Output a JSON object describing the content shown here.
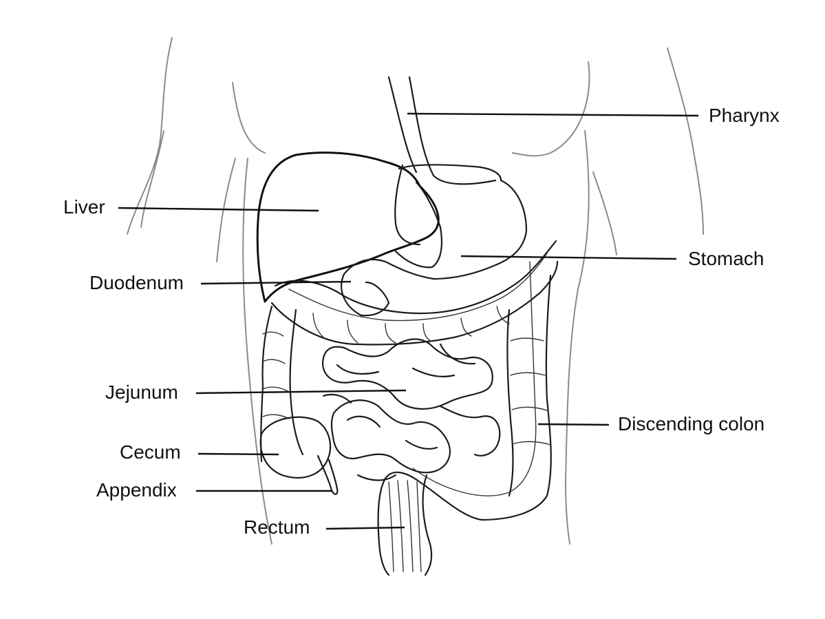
{
  "diagram": {
    "labels": {
      "pharynx": "Pharynx",
      "liver": "Liver",
      "stomach": "Stomach",
      "duodenum": "Duodenum",
      "jejunum": "Jejunum",
      "discending_colon": "Discending colon",
      "cecum": "Cecum",
      "appendix": "Appendix",
      "rectum": "Rectum"
    }
  }
}
